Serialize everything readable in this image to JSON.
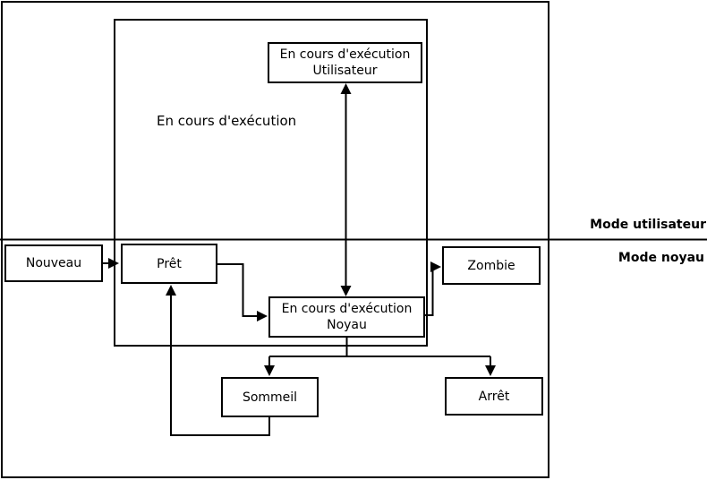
{
  "diagram": {
    "background": "#ffffff",
    "stroke_color": "#000000",
    "region_label": "En cours d'exécution",
    "mode": {
      "user_label": "Mode utilisateur",
      "kernel_label": "Mode noyau"
    },
    "nodes": {
      "nouveau": {
        "label": "Nouveau"
      },
      "pret": {
        "label": "Prêt"
      },
      "exec_user": {
        "line1": "En cours d'exécution",
        "line2": "Utilisateur"
      },
      "exec_kernel": {
        "line1": "En cours d'exécution",
        "line2": "Noyau"
      },
      "zombie": {
        "label": "Zombie"
      },
      "sommeil": {
        "label": "Sommeil"
      },
      "arret": {
        "label": "Arrêt"
      }
    },
    "edges": [
      {
        "from": "Nouveau",
        "to": "Prêt",
        "bidirectional": false
      },
      {
        "from": "En cours d'exécution Utilisateur",
        "to": "En cours d'exécution Noyau",
        "bidirectional": true
      },
      {
        "from": "Prêt",
        "to": "En cours d'exécution Noyau",
        "bidirectional": false
      },
      {
        "from": "En cours d'exécution Noyau",
        "to": "Zombie",
        "bidirectional": false
      },
      {
        "from": "En cours d'exécution Noyau",
        "to": "Sommeil",
        "bidirectional": false
      },
      {
        "from": "En cours d'exécution Noyau",
        "to": "Arrêt",
        "bidirectional": false
      },
      {
        "from": "Sommeil",
        "to": "Prêt",
        "bidirectional": false
      }
    ]
  }
}
